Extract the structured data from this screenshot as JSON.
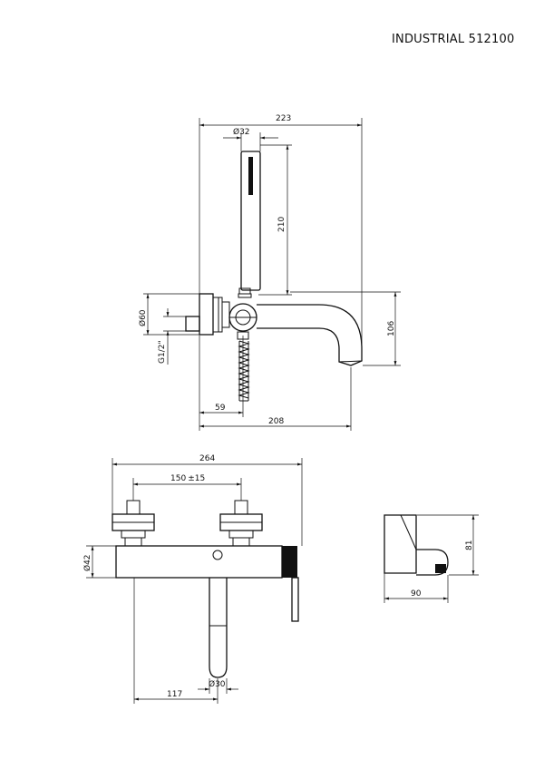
{
  "title": "INDUSTRIAL 512100",
  "dimensions": {
    "top_overall_width": "223",
    "handshower_diameter": "Ø32",
    "handshower_length": "210",
    "body_diameter": "Ø60",
    "thread": "G1/2\"",
    "spout_height": "106",
    "inlet_offset": "59",
    "spout_projection": "208",
    "front_overall_width": "264",
    "center_distance": "150",
    "center_tolerance": "±15",
    "front_body_diameter": "Ø42",
    "outlet_offset": "117",
    "outlet_diameter": "Ø30",
    "side_depth": "90",
    "side_height": "81"
  }
}
